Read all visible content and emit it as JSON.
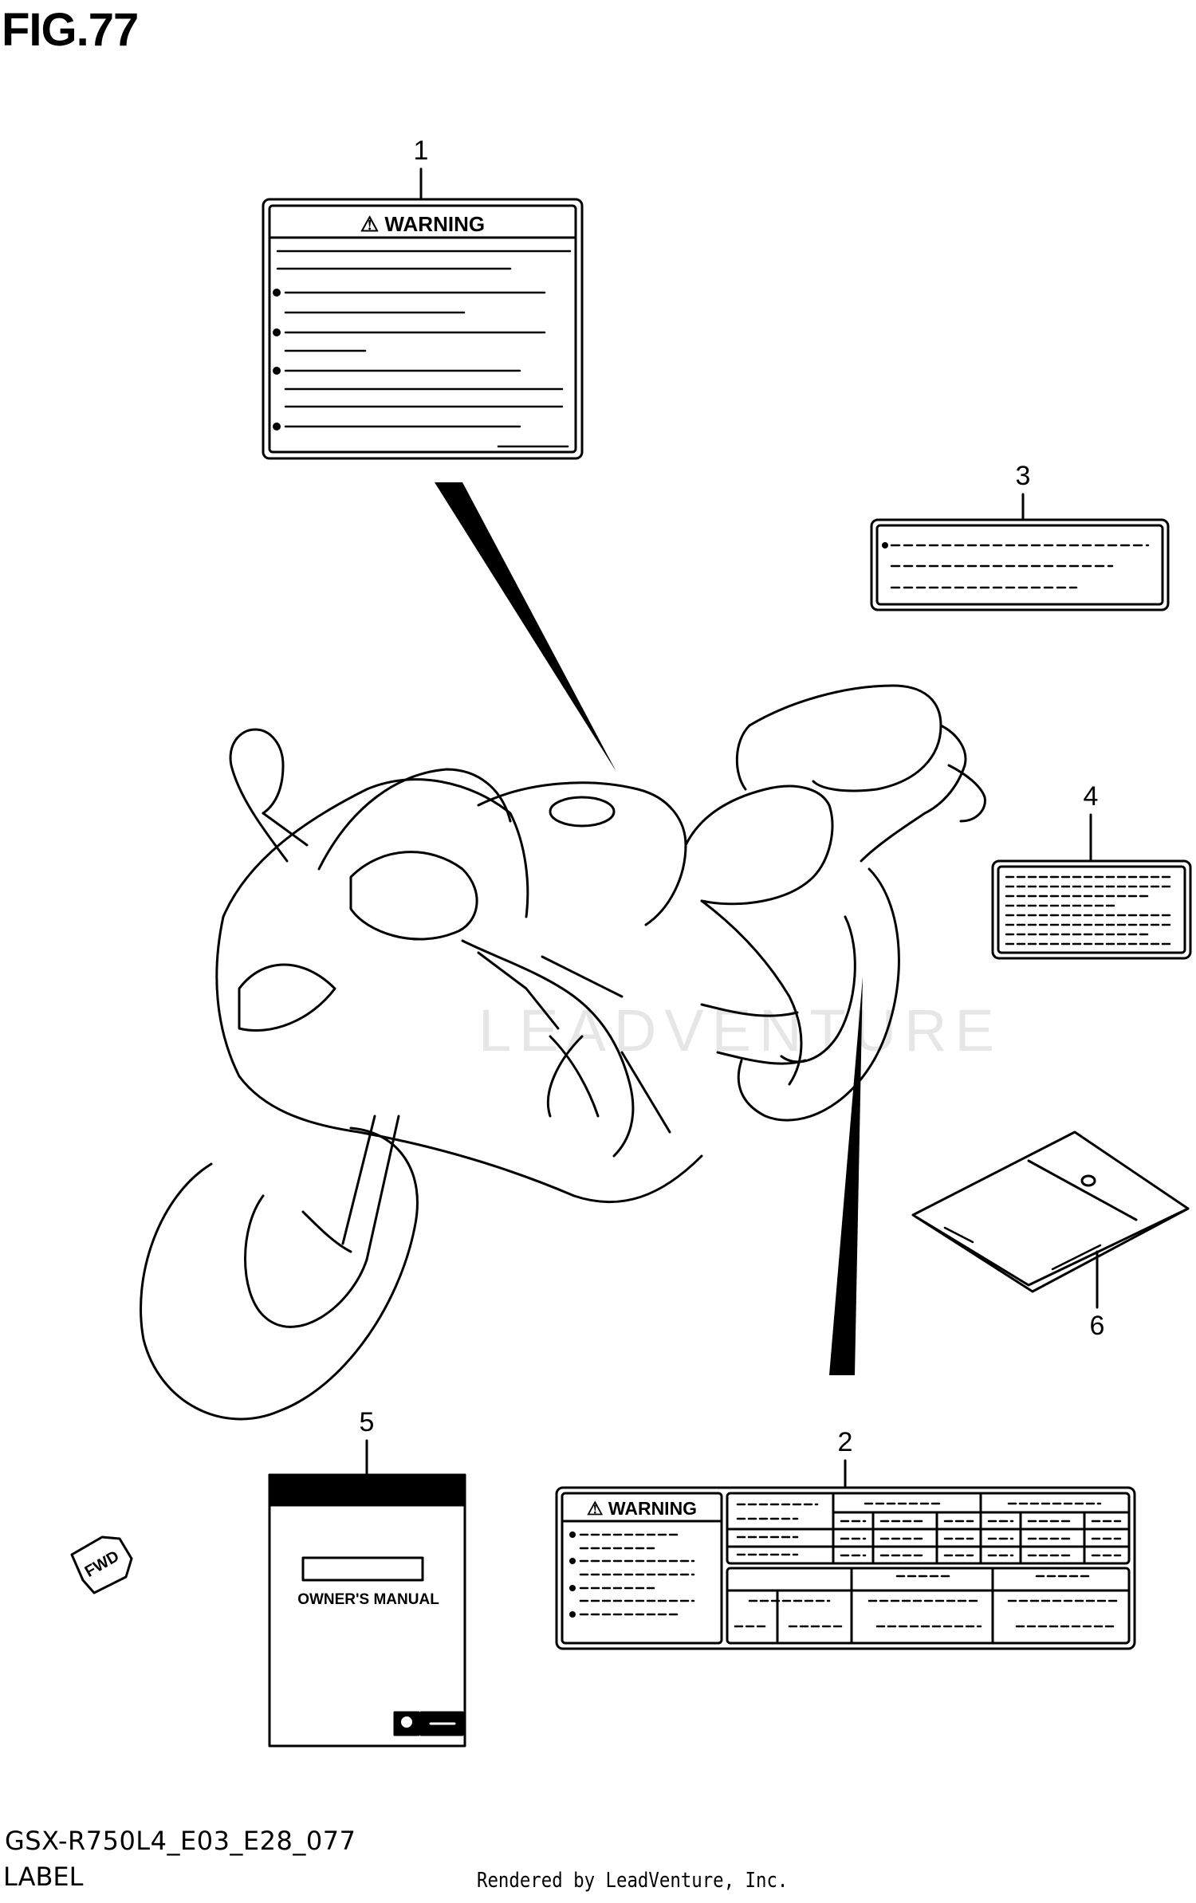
{
  "figure": {
    "title": "FIG.77"
  },
  "footer": {
    "model_code": "GSX-R750L4_E03_E28_077",
    "section": "LABEL",
    "credit": "Rendered by LeadVenture, Inc."
  },
  "watermark": "LEADVENTURE",
  "callouts": [
    {
      "id": "1",
      "label": "1"
    },
    {
      "id": "2",
      "label": "2"
    },
    {
      "id": "3",
      "label": "3"
    },
    {
      "id": "4",
      "label": "4"
    },
    {
      "id": "5",
      "label": "5"
    },
    {
      "id": "6",
      "label": "6"
    }
  ],
  "labels": {
    "warning_label_1": {
      "heading": "⚠ WARNING"
    },
    "warning_label_2": {
      "heading": "⚠ WARNING"
    },
    "manual": {
      "title": "OWNER'S MANUAL"
    },
    "fwd_arrow": {
      "text": "FWD"
    }
  }
}
